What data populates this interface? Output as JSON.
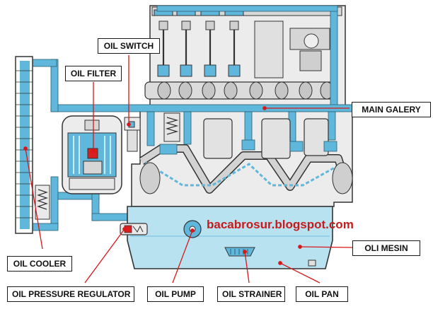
{
  "labels": {
    "oil_switch": "OIL SWITCH",
    "oil_filter": "OIL FILTER",
    "main_galery": "MAIN GALERY",
    "oil_cooler": "OIL COOLER",
    "oli_mesin": "OLI MESIN",
    "oil_pressure_regulator": "OIL PRESSURE REGULATOR",
    "oil_pump": "OIL PUMP",
    "oil_strainer": "OIL STRAINER",
    "oil_pan": "OIL PAN"
  },
  "watermark": "bacabrosur.blogspot.com",
  "colors": {
    "oil_passage": "#5fb8dc",
    "oil_pan_fill": "#b9e2f1",
    "engine_metal": "#e4e4e4",
    "outline": "#222222",
    "leader_line": "#d81818"
  }
}
